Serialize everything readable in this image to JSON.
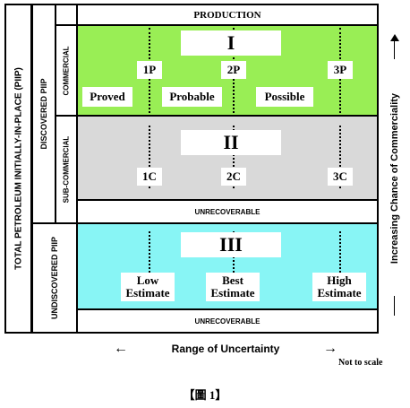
{
  "side_labels": {
    "total_piip": "TOTAL PETROLEUM INITIALLY-IN-PLACE (PIIP)",
    "discovered_piip": "DISCOVERED PIIP",
    "undiscovered_piip": "UNDISCOVERED PIIP",
    "commercial": "COMMERCIAL",
    "sub_commercial": "SUB-COMMERCIAL"
  },
  "production": "PRODUCTION",
  "commercial_zone": {
    "roman": "I",
    "markers": [
      "1P",
      "2P",
      "3P"
    ],
    "categories": [
      "Proved",
      "Probable",
      "Possible"
    ]
  },
  "subcommercial_zone": {
    "roman": "II",
    "markers": [
      "1C",
      "2C",
      "3C"
    ]
  },
  "unrecoverable_1": "UNRECOVERABLE",
  "undiscovered_zone": {
    "roman": "III",
    "estimates": [
      {
        "line1": "Low",
        "line2": "Estimate"
      },
      {
        "line1": "Best",
        "line2": "Estimate"
      },
      {
        "line1": "High",
        "line2": "Estimate"
      }
    ]
  },
  "unrecoverable_2": "UNRECOVERABLE",
  "axis_x": {
    "label": "Range of Uncertainty",
    "arrow_left": "←",
    "arrow_right": "→"
  },
  "axis_y": {
    "label": "Increasing Chance of Commerciality"
  },
  "not_to_scale": "Not to scale",
  "caption": "【圖 1】"
}
